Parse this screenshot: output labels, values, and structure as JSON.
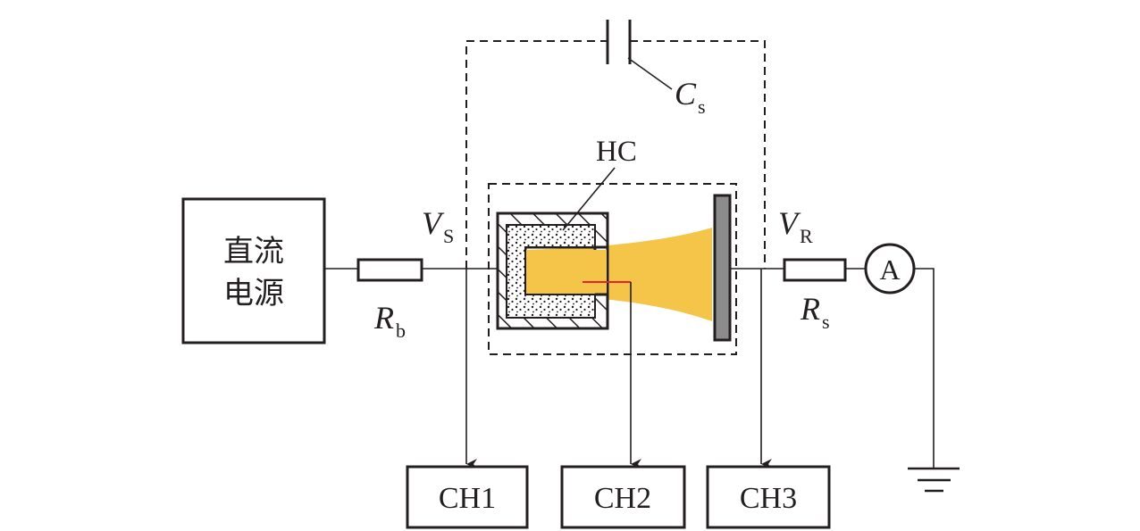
{
  "power_supply": {
    "label_line1": "直流",
    "label_line2": "电源"
  },
  "labels": {
    "Vs_main": "V",
    "Vs_sub": "S",
    "Rb_main": "R",
    "Rb_sub": "b",
    "Cs_main": "C",
    "Cs_sub": "s",
    "hc": "HC",
    "Vr_main": "V",
    "Vr_sub": "R",
    "Rs_main": "R",
    "Rs_sub": "s",
    "ammeter": "A"
  },
  "channels": {
    "ch1": "CH1",
    "ch2": "CH2",
    "ch3": "CH3"
  },
  "colors": {
    "line": "#231f20",
    "plasma": "#f5c54a",
    "probe": "#e8212a",
    "anode_plate": "#8c8c8c"
  }
}
